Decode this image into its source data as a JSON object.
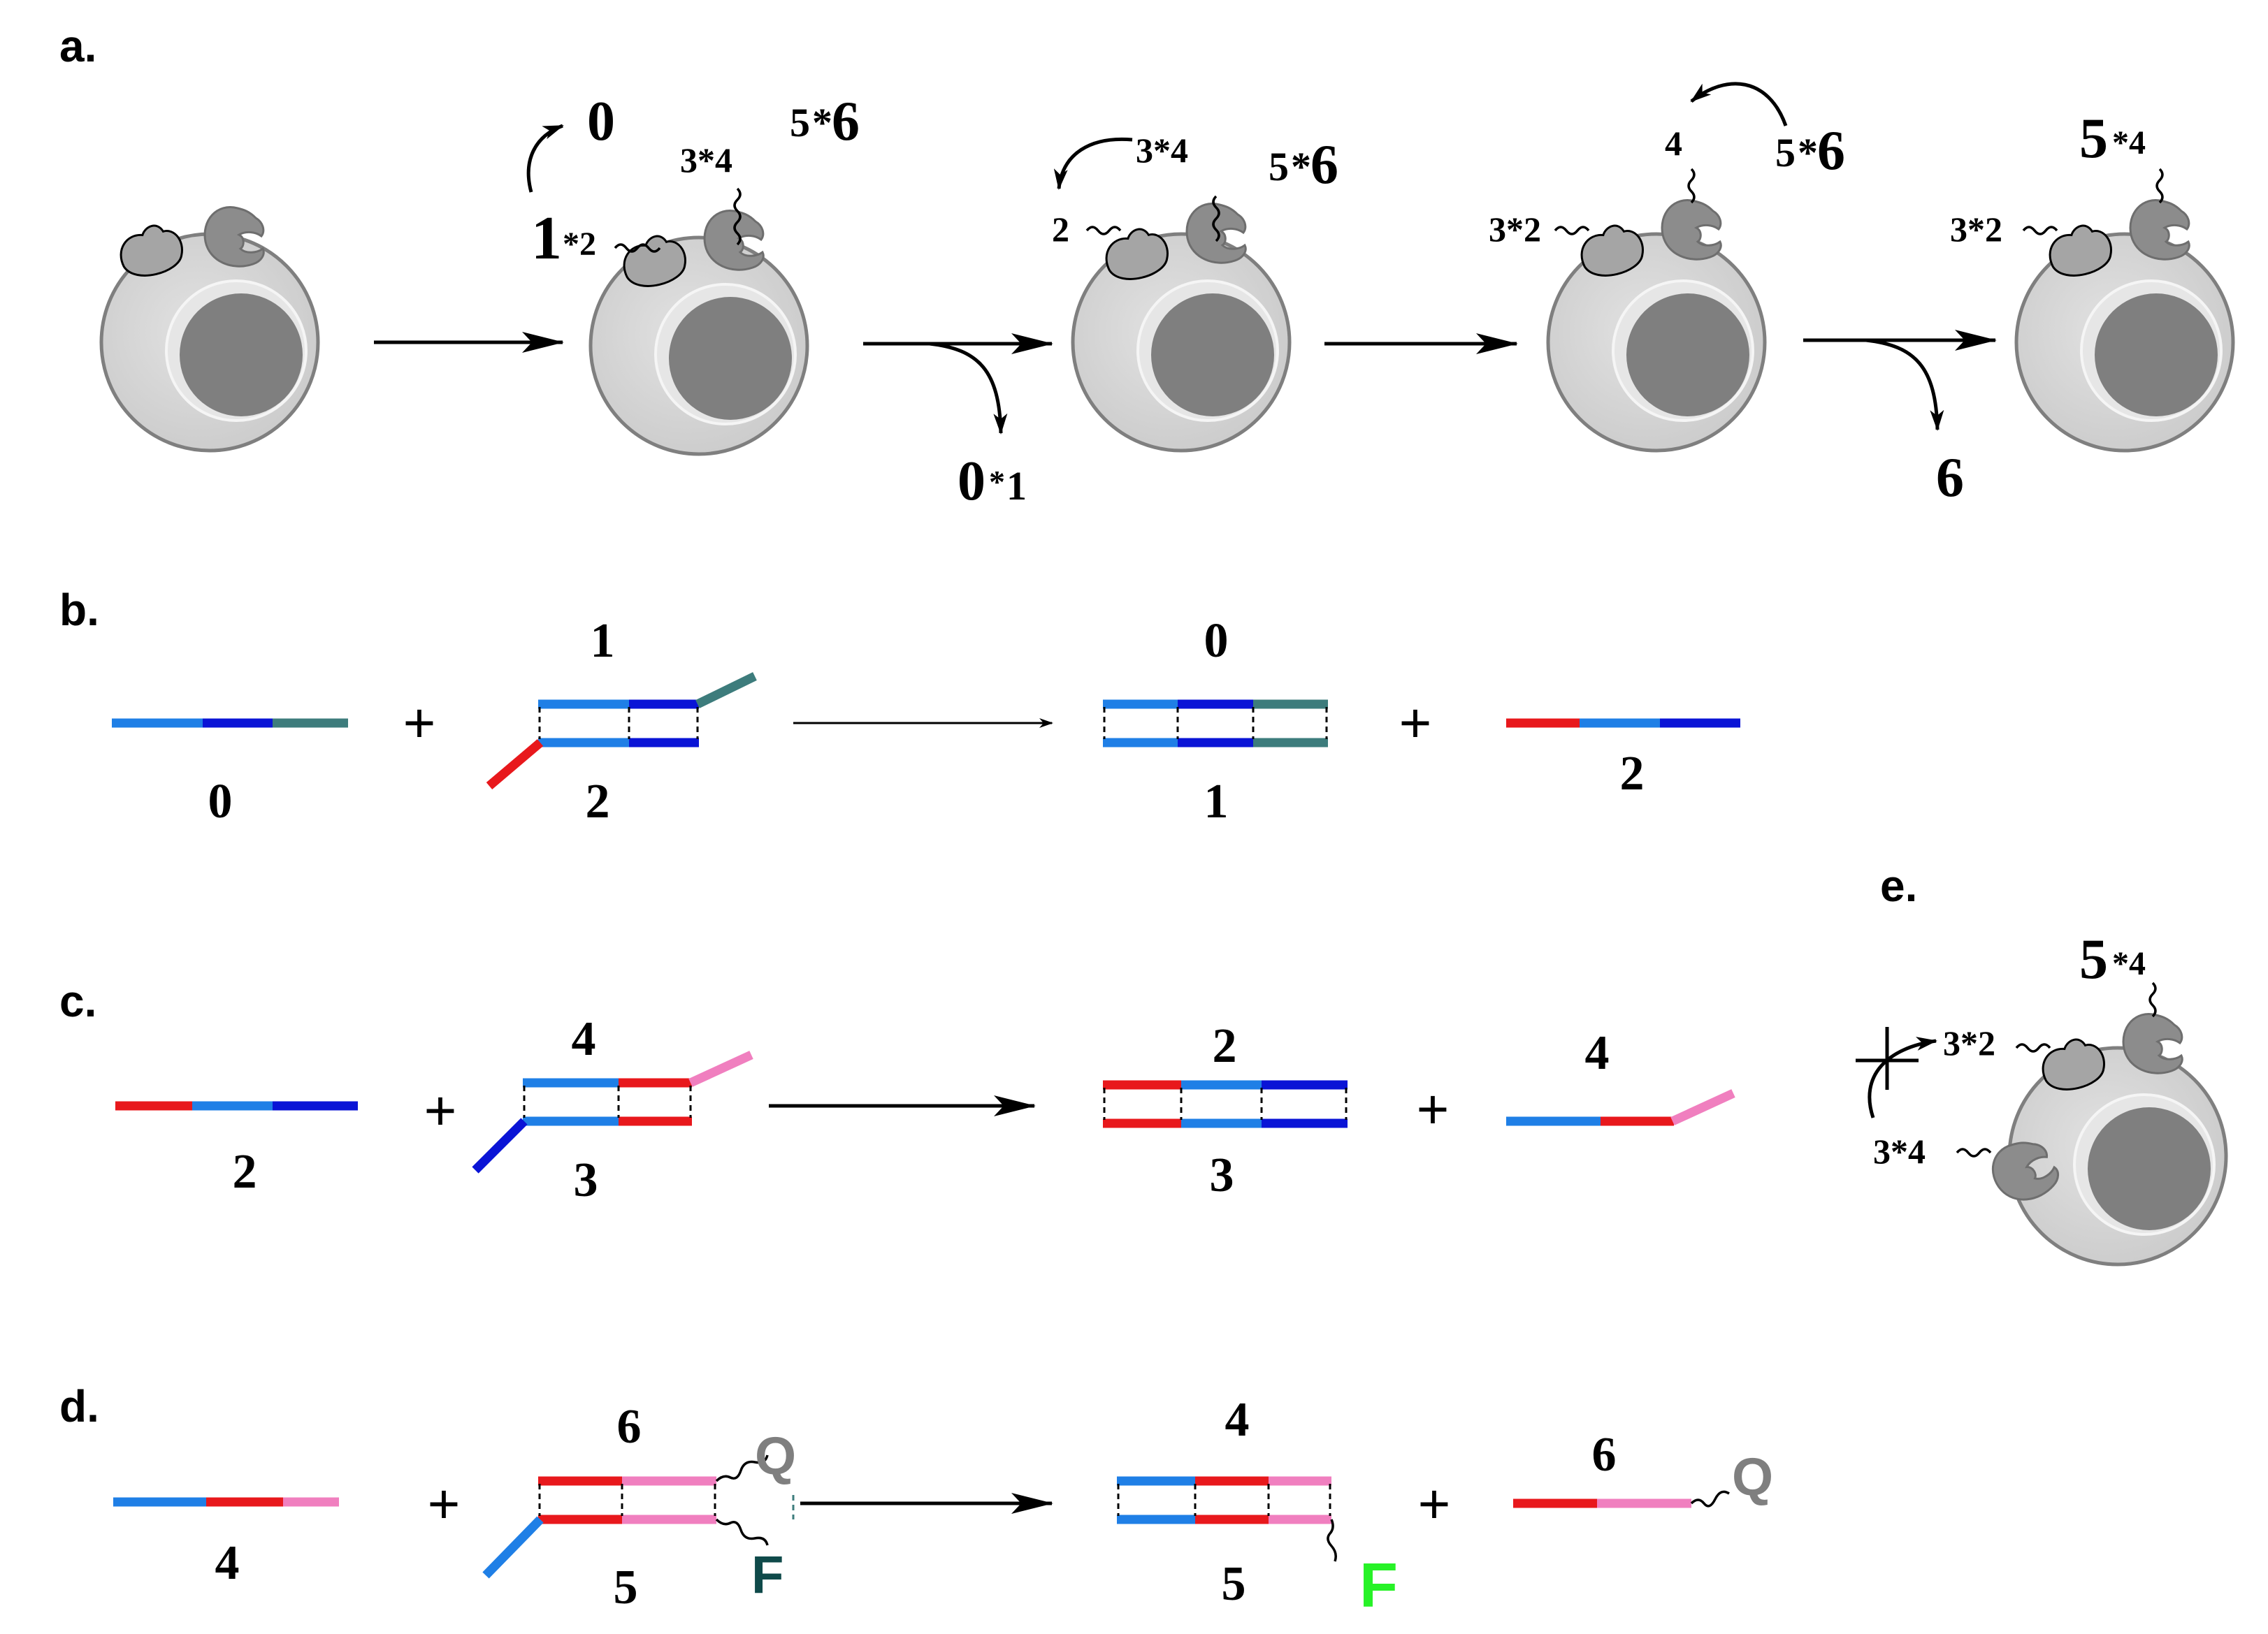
{
  "colors": {
    "light_blue": "#1f7fe6",
    "dark_blue": "#0a14d6",
    "teal": "#3d7c7c",
    "red": "#e8181c",
    "pink": "#f07fbf",
    "grey_text": "#7f7f7f",
    "dark_green": "#1f4a12",
    "bright_green": "#27f227",
    "maroon": "#7a1040",
    "dark_teal": "#0f4a4a",
    "cell_outer": "#d4d4d4",
    "cell_nucleus": "#7f7f7f",
    "receptor": "#a5a5a5"
  },
  "panels": {
    "a": {
      "label": "a.",
      "cell2": {
        "released": "0",
        "probe_top_text": "3*4",
        "probe_left_first": "1",
        "probe_left_rest": "*2",
        "free_first": "5",
        "free_star": "*",
        "free_last": "6"
      },
      "waste1": {
        "first": "0",
        "star": "*",
        "last": "1"
      },
      "cell3": {
        "probe_top_text": "3*4",
        "probe_left_text": "2",
        "free_first": "5",
        "free_star": "*",
        "free_last": "6"
      },
      "cell4": {
        "probe_top_text": "4",
        "probe_left_text": "3*2",
        "free_first": "5",
        "free_star": "*",
        "free_last": "6"
      },
      "waste2": "6",
      "cell5": {
        "probe_top_first": "5",
        "probe_top_rest": "*4",
        "probe_left_text": "3*2"
      }
    },
    "b": {
      "label": "b.",
      "single_label": "0",
      "complex_top": "1",
      "complex_bottom": "2",
      "product_top": "0",
      "product_bottom": "1",
      "released_label": "2"
    },
    "c": {
      "label": "c.",
      "single_label": "2",
      "complex_top": "4",
      "complex_bottom": "3",
      "product_top": "2",
      "product_bottom": "3",
      "released_label": "4"
    },
    "d": {
      "label": "d.",
      "single_label": "4",
      "complex_top": "6",
      "complex_bottom": "5",
      "quencher": "Q",
      "fluorophore": "F",
      "product_top": "4",
      "product_bottom": "5",
      "product_fluor": "F",
      "released_label": "6",
      "released_quencher": "Q"
    },
    "e": {
      "label": "e.",
      "probe_top_first": "5",
      "probe_top_rest": "*4",
      "probe_left_text": "3*2",
      "probe_lower_text": "3*4"
    }
  },
  "plus_sign": "+"
}
